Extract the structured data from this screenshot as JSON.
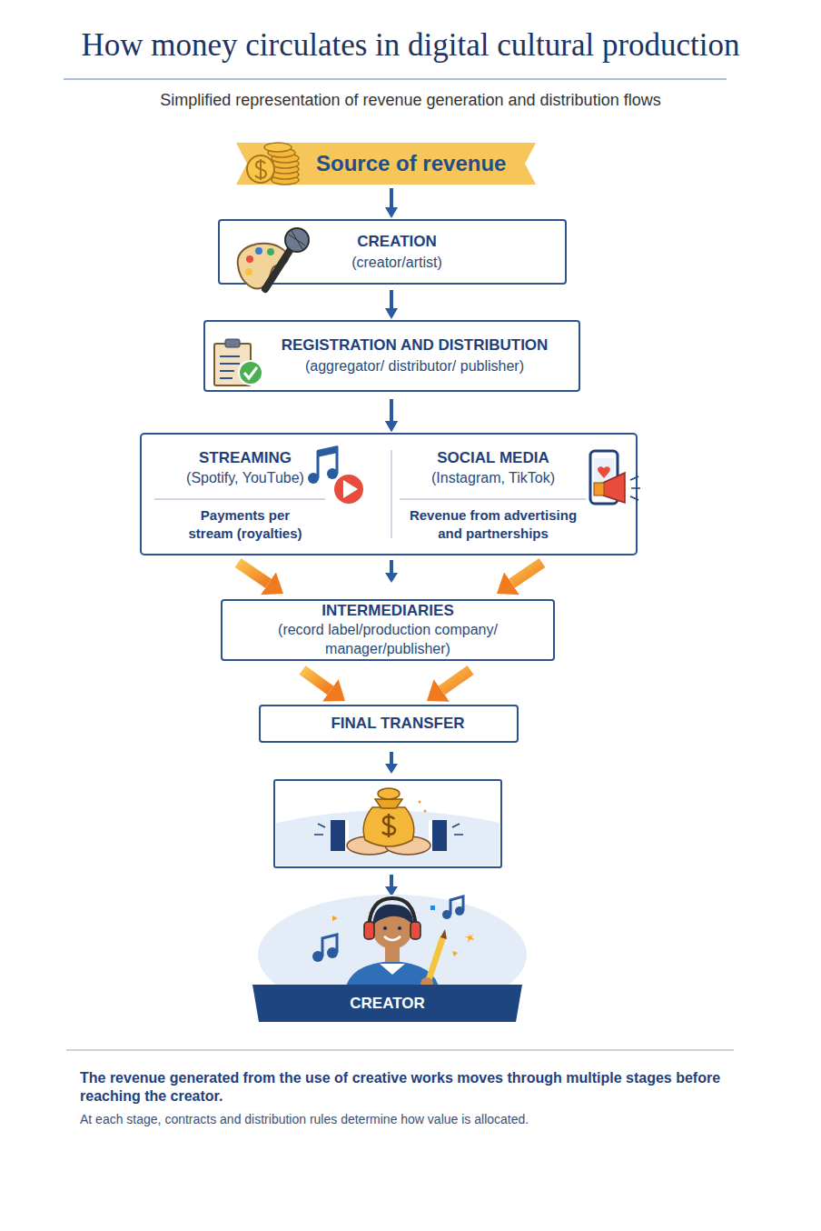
{
  "diagram": {
    "title": "How money circulates in digital cultural production",
    "caption": "The revenue generated from the use of creative works moves through multiple stages before reaching the creator.",
    "nodes": [
      {
        "text": [
          "Source of revenue"
        ]
      },
      {
        "text": [
          "CREATION",
          "(creator/artist)"
        ]
      },
      {
        "text": [
          "REGISTRATION AND DISTRIBUTION",
          "(aggregator/ distributor/ publisher)"
        ]
      },
      {
        "text": [
          "STREAMING",
          "(Spotify, YouTube)",
          "Payments per stream (royalties)"
        ]
      },
      {
        "text": [
          "SOCIAL MEDIA",
          "(Instagram, TikTok)",
          "Revenue from advertising and partnerships"
        ]
      },
      {
        "text": [
          "INTERMEDIARIES",
          "(record label/production company/ manager/publisher)"
        ]
      },
      {
        "text": [
          "FINAL TRANSFER"
        ]
      },
      {
        "text": [
          "CREATOR"
        ]
      }
    ],
    "edges": [
      {
        "from": 0,
        "to": 1,
        "arrow": "to"
      },
      {
        "from": 1,
        "to": 2,
        "arrow": "to"
      },
      {
        "from": 2,
        "to": 3,
        "arrow": "to"
      },
      {
        "from": 2,
        "to": 4,
        "arrow": "to"
      },
      {
        "from": 3,
        "to": 5,
        "arrow": "to"
      },
      {
        "from": 4,
        "to": 5,
        "arrow": "to"
      },
      {
        "from": 5,
        "to": 6,
        "arrow": "to"
      },
      {
        "from": 5,
        "to": 6,
        "arrow": "to"
      }
    ],
    "labels": [
      "Simplified representation of revenue generation and distribution flows",
      "At each stage, contracts and distribution rules determine how value is allocated."
    ]
  }
}
